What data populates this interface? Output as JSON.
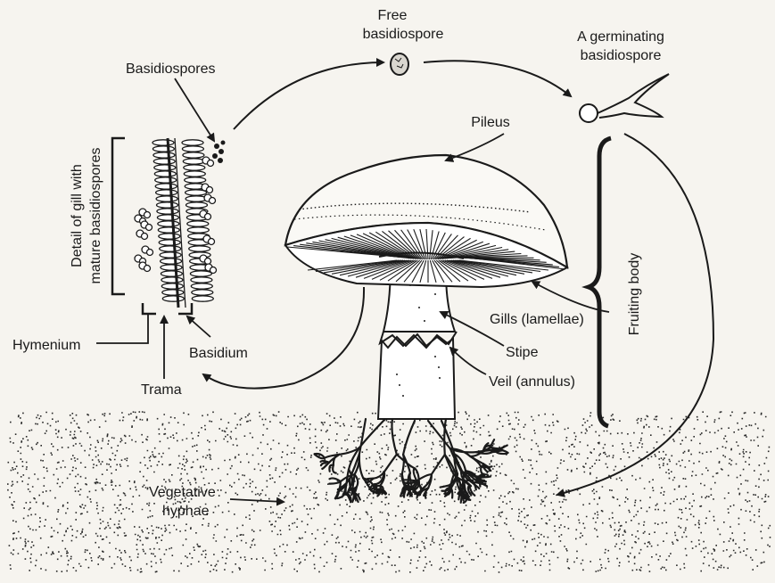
{
  "labels": {
    "free_spore_line1": "Free",
    "free_spore_line2": "basidiospore",
    "germinating_line1": "A germinating",
    "germinating_line2": "basidiospore",
    "basidiospores": "Basidiospores",
    "pileus": "Pileus",
    "gill_detail_line1": "Detail of gill with",
    "gill_detail_line2": "mature basidiospores",
    "gills": "Gills (lamellae)",
    "stipe": "Stipe",
    "veil": "Veil (annulus)",
    "fruiting_body": "Fruiting body",
    "hymenium": "Hymenium",
    "basidium": "Basidium",
    "trama": "Trama",
    "vegetative_line1": "Vegetative",
    "vegetative_line2": "hyphae"
  },
  "colors": {
    "ink": "#1a1a1a",
    "paper": "#f6f4ef",
    "soil": "#2a2a2a"
  }
}
